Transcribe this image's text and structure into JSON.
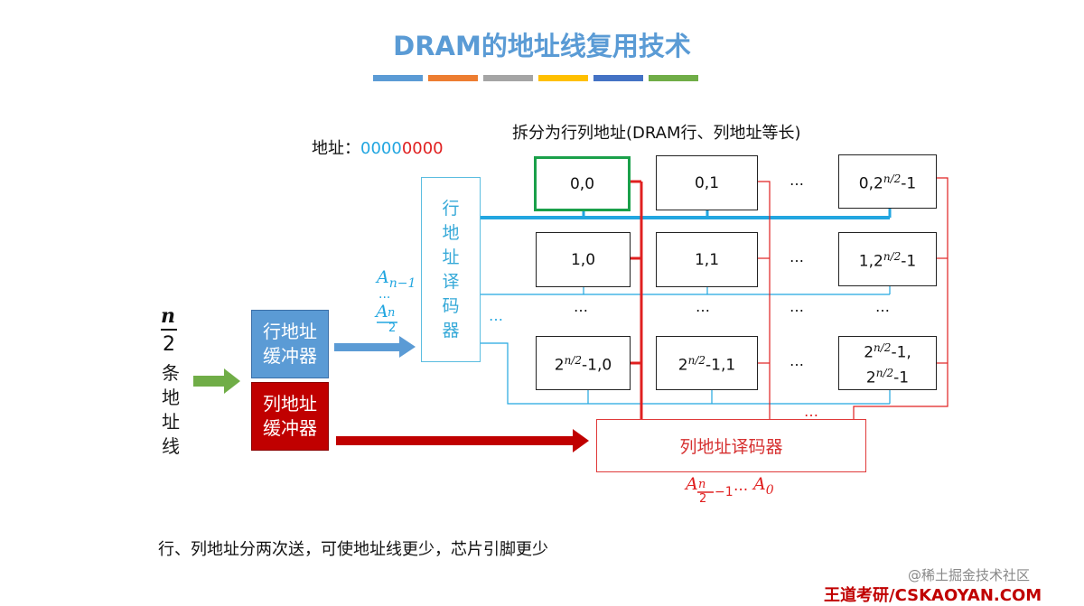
{
  "title": "DRAM的地址线复用技术",
  "title_bar_colors": [
    "#5b9bd5",
    "#ed7d31",
    "#a5a5a5",
    "#ffc000",
    "#4472c4",
    "#70ad47"
  ],
  "address": {
    "label": "地址：",
    "row_bits": "0000",
    "col_bits": "0000"
  },
  "split_label": "拆分为行列地址(DRAM行、列地址等长)",
  "input_lines": {
    "n": "n",
    "two": "2",
    "text": [
      "条",
      "地",
      "址",
      "线"
    ]
  },
  "row_buffer": {
    "line1": "行地址",
    "line2": "缓冲器"
  },
  "col_buffer": {
    "line1": "列地址",
    "line2": "缓冲器"
  },
  "row_decoder": {
    "chars": [
      "行",
      "地",
      "址",
      "译",
      "码",
      "器"
    ]
  },
  "col_decoder": {
    "label": "列地址译码器"
  },
  "row_addr_range": {
    "top_var": "A",
    "top_sub": "n−1",
    "middle": "...",
    "bottom_var": "A",
    "bottom_sub_num": "n",
    "bottom_sub_den": "2"
  },
  "col_addr_range": {
    "var": "A",
    "sub_num": "n",
    "sub_den": "2",
    "sub_tail": "−1",
    "middle": "...",
    "end_var": "A",
    "end_sub": "0"
  },
  "cells": {
    "r0": {
      "c0": "0,0",
      "c1": "0,1",
      "c2_base": "0,2",
      "c2_tail": "-1"
    },
    "r1": {
      "c0": "1,0",
      "c1": "1,1",
      "c2_base": "1,2",
      "c2_tail": "-1"
    },
    "r2": {
      "c0_base": "2",
      "c0_tail": "-1,0",
      "c1_base": "2",
      "c1_tail": "-1,1",
      "c2_l1_base": "2",
      "c2_l1_tail": "-1,",
      "c2_l2_base": "2",
      "c2_l2_tail": "-1"
    },
    "exponent": "n/2"
  },
  "ellipsis": "…",
  "dots_row": "…",
  "footer_note": "行、列地址分两次送，可使地址线更少，芯片引脚更少",
  "watermark": "@稀土掘金技术社区",
  "brand": "王道考研/CSKAOYAN.COM",
  "colors": {
    "title": "#5a9bd5",
    "row_line": "#22a6e0",
    "col_line": "#e02020",
    "row_buffer": "#5b9bd5",
    "col_buffer": "#c00000",
    "green_arrow": "#70ad47",
    "dark_red_arrow": "#c00000",
    "blue_arrow": "#5b9bd5",
    "highlight": "#1aa04a"
  }
}
